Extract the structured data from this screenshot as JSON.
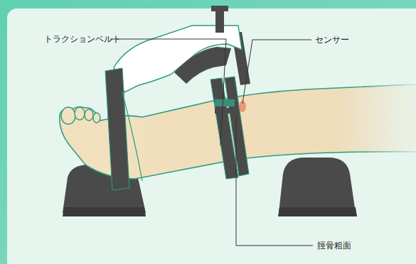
{
  "diagram": {
    "labels": [
      "トラクションベルト",
      "センサー",
      "脛骨粗面"
    ]
  }
}
